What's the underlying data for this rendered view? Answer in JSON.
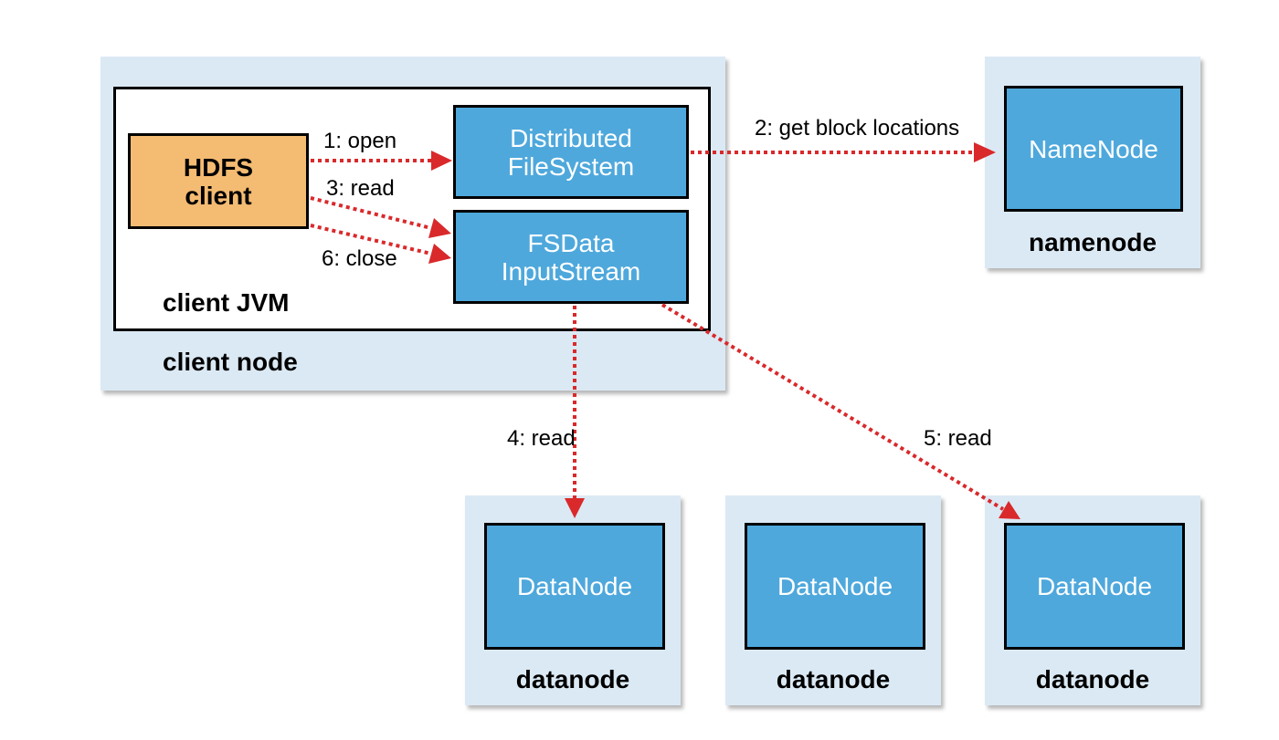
{
  "client_node": {
    "label": "client node",
    "client_jvm": {
      "label": "client JVM",
      "hdfs_client": "HDFS\nclient",
      "distributed_filesystem": "Distributed\nFileSystem",
      "fsdata_inputstream": "FSData\nInputStream"
    }
  },
  "namenode": {
    "node_label": "namenode",
    "box_label": "NameNode"
  },
  "datanodes": [
    {
      "node_label": "datanode",
      "box_label": "DataNode"
    },
    {
      "node_label": "datanode",
      "box_label": "DataNode"
    },
    {
      "node_label": "datanode",
      "box_label": "DataNode"
    }
  ],
  "arrows": {
    "open": "1: open",
    "get_block_locations": "2: get block locations",
    "read_3": "3: read",
    "read_4": "4: read",
    "read_5": "5: read",
    "close": "6: close"
  },
  "colors": {
    "panel": "#dbe9f4",
    "blue_box": "#4ea8dc",
    "orange_box": "#f4bb72",
    "arrow": "#d9292b"
  }
}
